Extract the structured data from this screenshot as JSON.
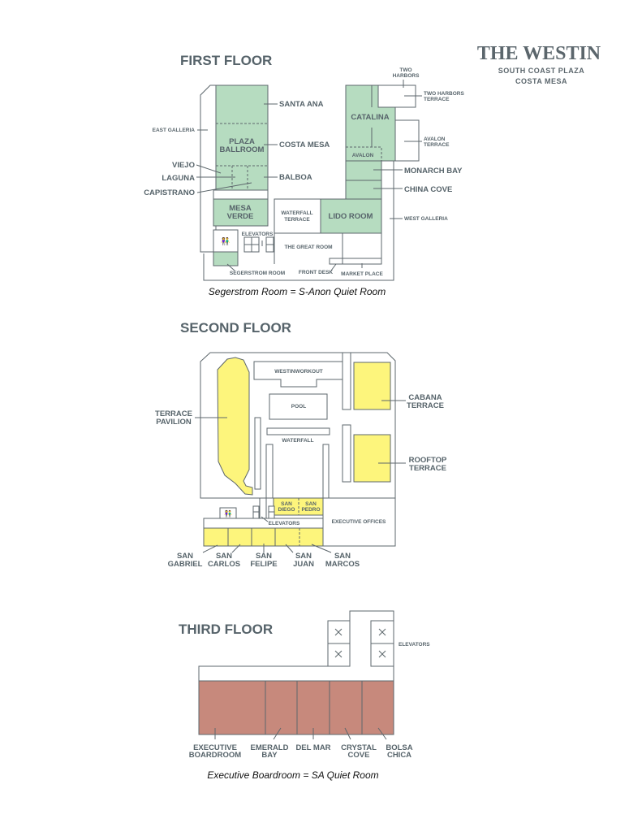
{
  "logo": {
    "brand": "THE WESTIN",
    "line1": "SOUTH COAST PLAZA",
    "line2": "COSTA MESA"
  },
  "colors": {
    "first_floor": "#b6dcc0",
    "second_floor": "#fdf57c",
    "third_floor": "#c7897c",
    "ink": "#56636a"
  },
  "first_floor": {
    "title": "FIRST FLOOR",
    "labels": {
      "santa_ana": "SANTA ANA",
      "plaza_ballroom_1": "PLAZA",
      "plaza_ballroom_2": "BALLROOM",
      "costa_mesa": "COSTA MESA",
      "east_galleria": "EAST GALLERIA",
      "viejo": "VIEJO",
      "laguna": "LAGUNA",
      "capistrano": "CAPISTRANO",
      "balboa": "BALBOA",
      "mesa_verde_1": "MESA",
      "mesa_verde_2": "VERDE",
      "waterfall_terrace_1": "WATERFALL",
      "waterfall_terrace_2": "TERRACE",
      "lido_room": "LIDO ROOM",
      "elevators": "ELEVATORS",
      "great_room": "THE GREAT ROOM",
      "segerstrom": "SEGERSTROM ROOM",
      "front_desk": "FRONT DESK",
      "market_place": "MARKET PLACE",
      "catalina": "CATALINA",
      "avalon": "AVALON",
      "two_harbors_1": "TWO",
      "two_harbors_2": "HARBORS",
      "two_harbors_terrace_1": "TWO HARBORS",
      "two_harbors_terrace_2": "TERRACE",
      "avalon_terrace_1": "AVALON",
      "avalon_terrace_2": "TERRACE",
      "monarch_bay": "MONARCH BAY",
      "china_cove": "CHINA COVE",
      "west_galleria": "WEST GALLERIA"
    },
    "note": "Segerstrom Room = S-Anon Quiet Room"
  },
  "second_floor": {
    "title": "SECOND FLOOR",
    "labels": {
      "westin_workout": "WESTINWORKOUT",
      "pool": "POOL",
      "waterfall": "WATERFALL",
      "terrace_pavilion_1": "TERRACE",
      "terrace_pavilion_2": "PAVILION",
      "cabana_1": "CABANA",
      "cabana_2": "TERRACE",
      "rooftop_1": "ROOFTOP",
      "rooftop_2": "TERRACE",
      "san_diego_1": "SAN",
      "san_diego_2": "DIEGO",
      "san_pedro_1": "SAN",
      "san_pedro_2": "PEDRO",
      "elevators": "ELEVATORS",
      "executive_offices": "EXECUTIVE OFFICES",
      "san_gabriel_1": "SAN",
      "san_gabriel_2": "GABRIEL",
      "san_carlos_1": "SAN",
      "san_carlos_2": "CARLOS",
      "san_felipe_1": "SAN",
      "san_felipe_2": "FELIPE",
      "san_juan_1": "SAN",
      "san_juan_2": "JUAN",
      "san_marcos_1": "SAN",
      "san_marcos_2": "MARCOS"
    }
  },
  "third_floor": {
    "title": "THIRD FLOOR",
    "labels": {
      "elevators": "ELEVATORS",
      "executive_1": "EXECUTIVE",
      "executive_2": "BOARDROOM",
      "emerald_1": "EMERALD",
      "emerald_2": "BAY",
      "del_mar": "DEL MAR",
      "crystal_1": "CRYSTAL",
      "crystal_2": "COVE",
      "bolsa_1": "BOLSA",
      "bolsa_2": "CHICA"
    },
    "note": "Executive Boardroom = SA Quiet Room"
  }
}
